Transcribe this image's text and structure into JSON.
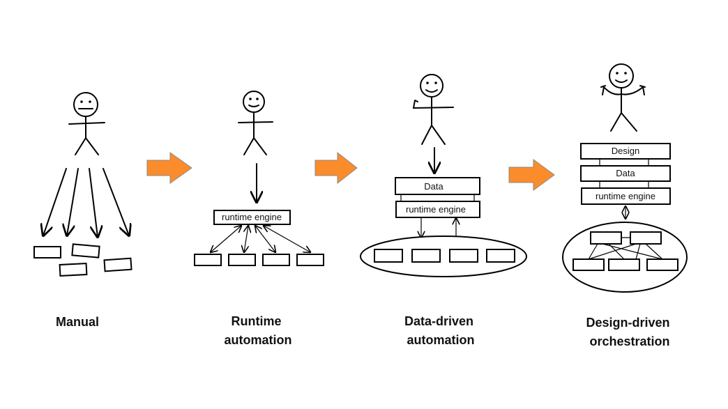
{
  "stages": [
    {
      "id": "manual",
      "caption_lines": [
        "Manual"
      ]
    },
    {
      "id": "runtime",
      "caption_lines": [
        "Runtime",
        "automation"
      ],
      "box_labels": [
        "runtime engine"
      ]
    },
    {
      "id": "data",
      "caption_lines": [
        "Data-driven",
        "automation"
      ],
      "box_labels": [
        "Data",
        "runtime engine"
      ]
    },
    {
      "id": "design",
      "caption_lines": [
        "Design-driven",
        "orchestration"
      ],
      "box_labels": [
        "Design",
        "Data",
        "runtime engine"
      ]
    }
  ],
  "colors": {
    "transition_arrow": "#fb8c2c",
    "stroke": "#000000"
  },
  "icons": [
    "stick-figure-icon",
    "orange-arrow-icon"
  ]
}
